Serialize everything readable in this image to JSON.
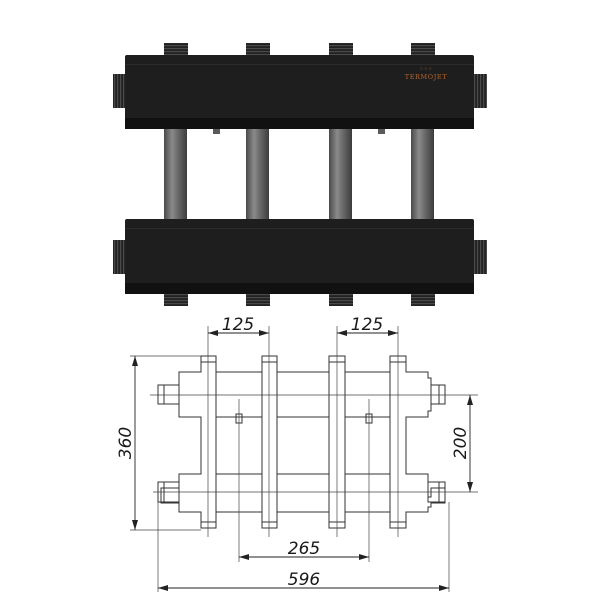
{
  "product": {
    "brand_logo": "TERMOJET",
    "logo_mark": "◦◦◦",
    "colors": {
      "body": "#1e1e1e",
      "body_dark": "#111111",
      "pipe": "#6e6e6e",
      "pipe_highlight": "#9a9a9a",
      "thread": "#2a2a2a",
      "logo": "#b5652a",
      "drawing_line": "#333333"
    },
    "top_outlets": 4,
    "bottom_outlets": 4
  },
  "drawing": {
    "dimensions": {
      "spacing_left": "125",
      "spacing_right": "125",
      "height_total": "360",
      "header_distance": "200",
      "sensor_spacing": "265",
      "width_total": "596"
    }
  }
}
